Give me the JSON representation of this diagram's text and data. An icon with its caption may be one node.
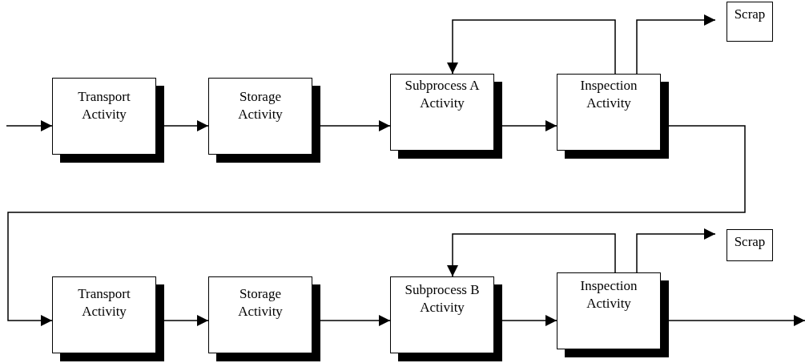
{
  "diagram": {
    "nodes": [
      {
        "text": [
          "Transport Activity"
        ]
      },
      {
        "text": [
          "Storage Activity"
        ]
      },
      {
        "text": [
          "Subprocess A Activity"
        ]
      },
      {
        "text": [
          "Inspection Activity"
        ]
      },
      {
        "text": [
          "Scrap"
        ]
      },
      {
        "text": [
          "Transport Activity"
        ]
      },
      {
        "text": [
          "Storage Activity"
        ]
      },
      {
        "text": [
          "Subprocess B Activity"
        ]
      },
      {
        "text": [
          "Inspection Activity"
        ]
      },
      {
        "text": [
          "Scrap"
        ]
      }
    ],
    "edges": [
      {
        "from": null,
        "to": 0,
        "arrow": "to"
      },
      {
        "from": 0,
        "to": 1,
        "arrow": "to"
      },
      {
        "from": 1,
        "to": 2,
        "arrow": "to"
      },
      {
        "from": 2,
        "to": 3,
        "arrow": "to"
      },
      {
        "from": 3,
        "to": 2,
        "arrow": "to"
      },
      {
        "from": 3,
        "to": 4,
        "arrow": "to"
      },
      {
        "from": 3,
        "to": 5,
        "arrow": "to"
      },
      {
        "from": 5,
        "to": 6,
        "arrow": "to"
      },
      {
        "from": 6,
        "to": 7,
        "arrow": "to"
      },
      {
        "from": 7,
        "to": 8,
        "arrow": "to"
      },
      {
        "from": 8,
        "to": 7,
        "arrow": "to"
      },
      {
        "from": 8,
        "to": 9,
        "arrow": "to"
      },
      {
        "from": 8,
        "to": null,
        "arrow": "to"
      }
    ]
  }
}
